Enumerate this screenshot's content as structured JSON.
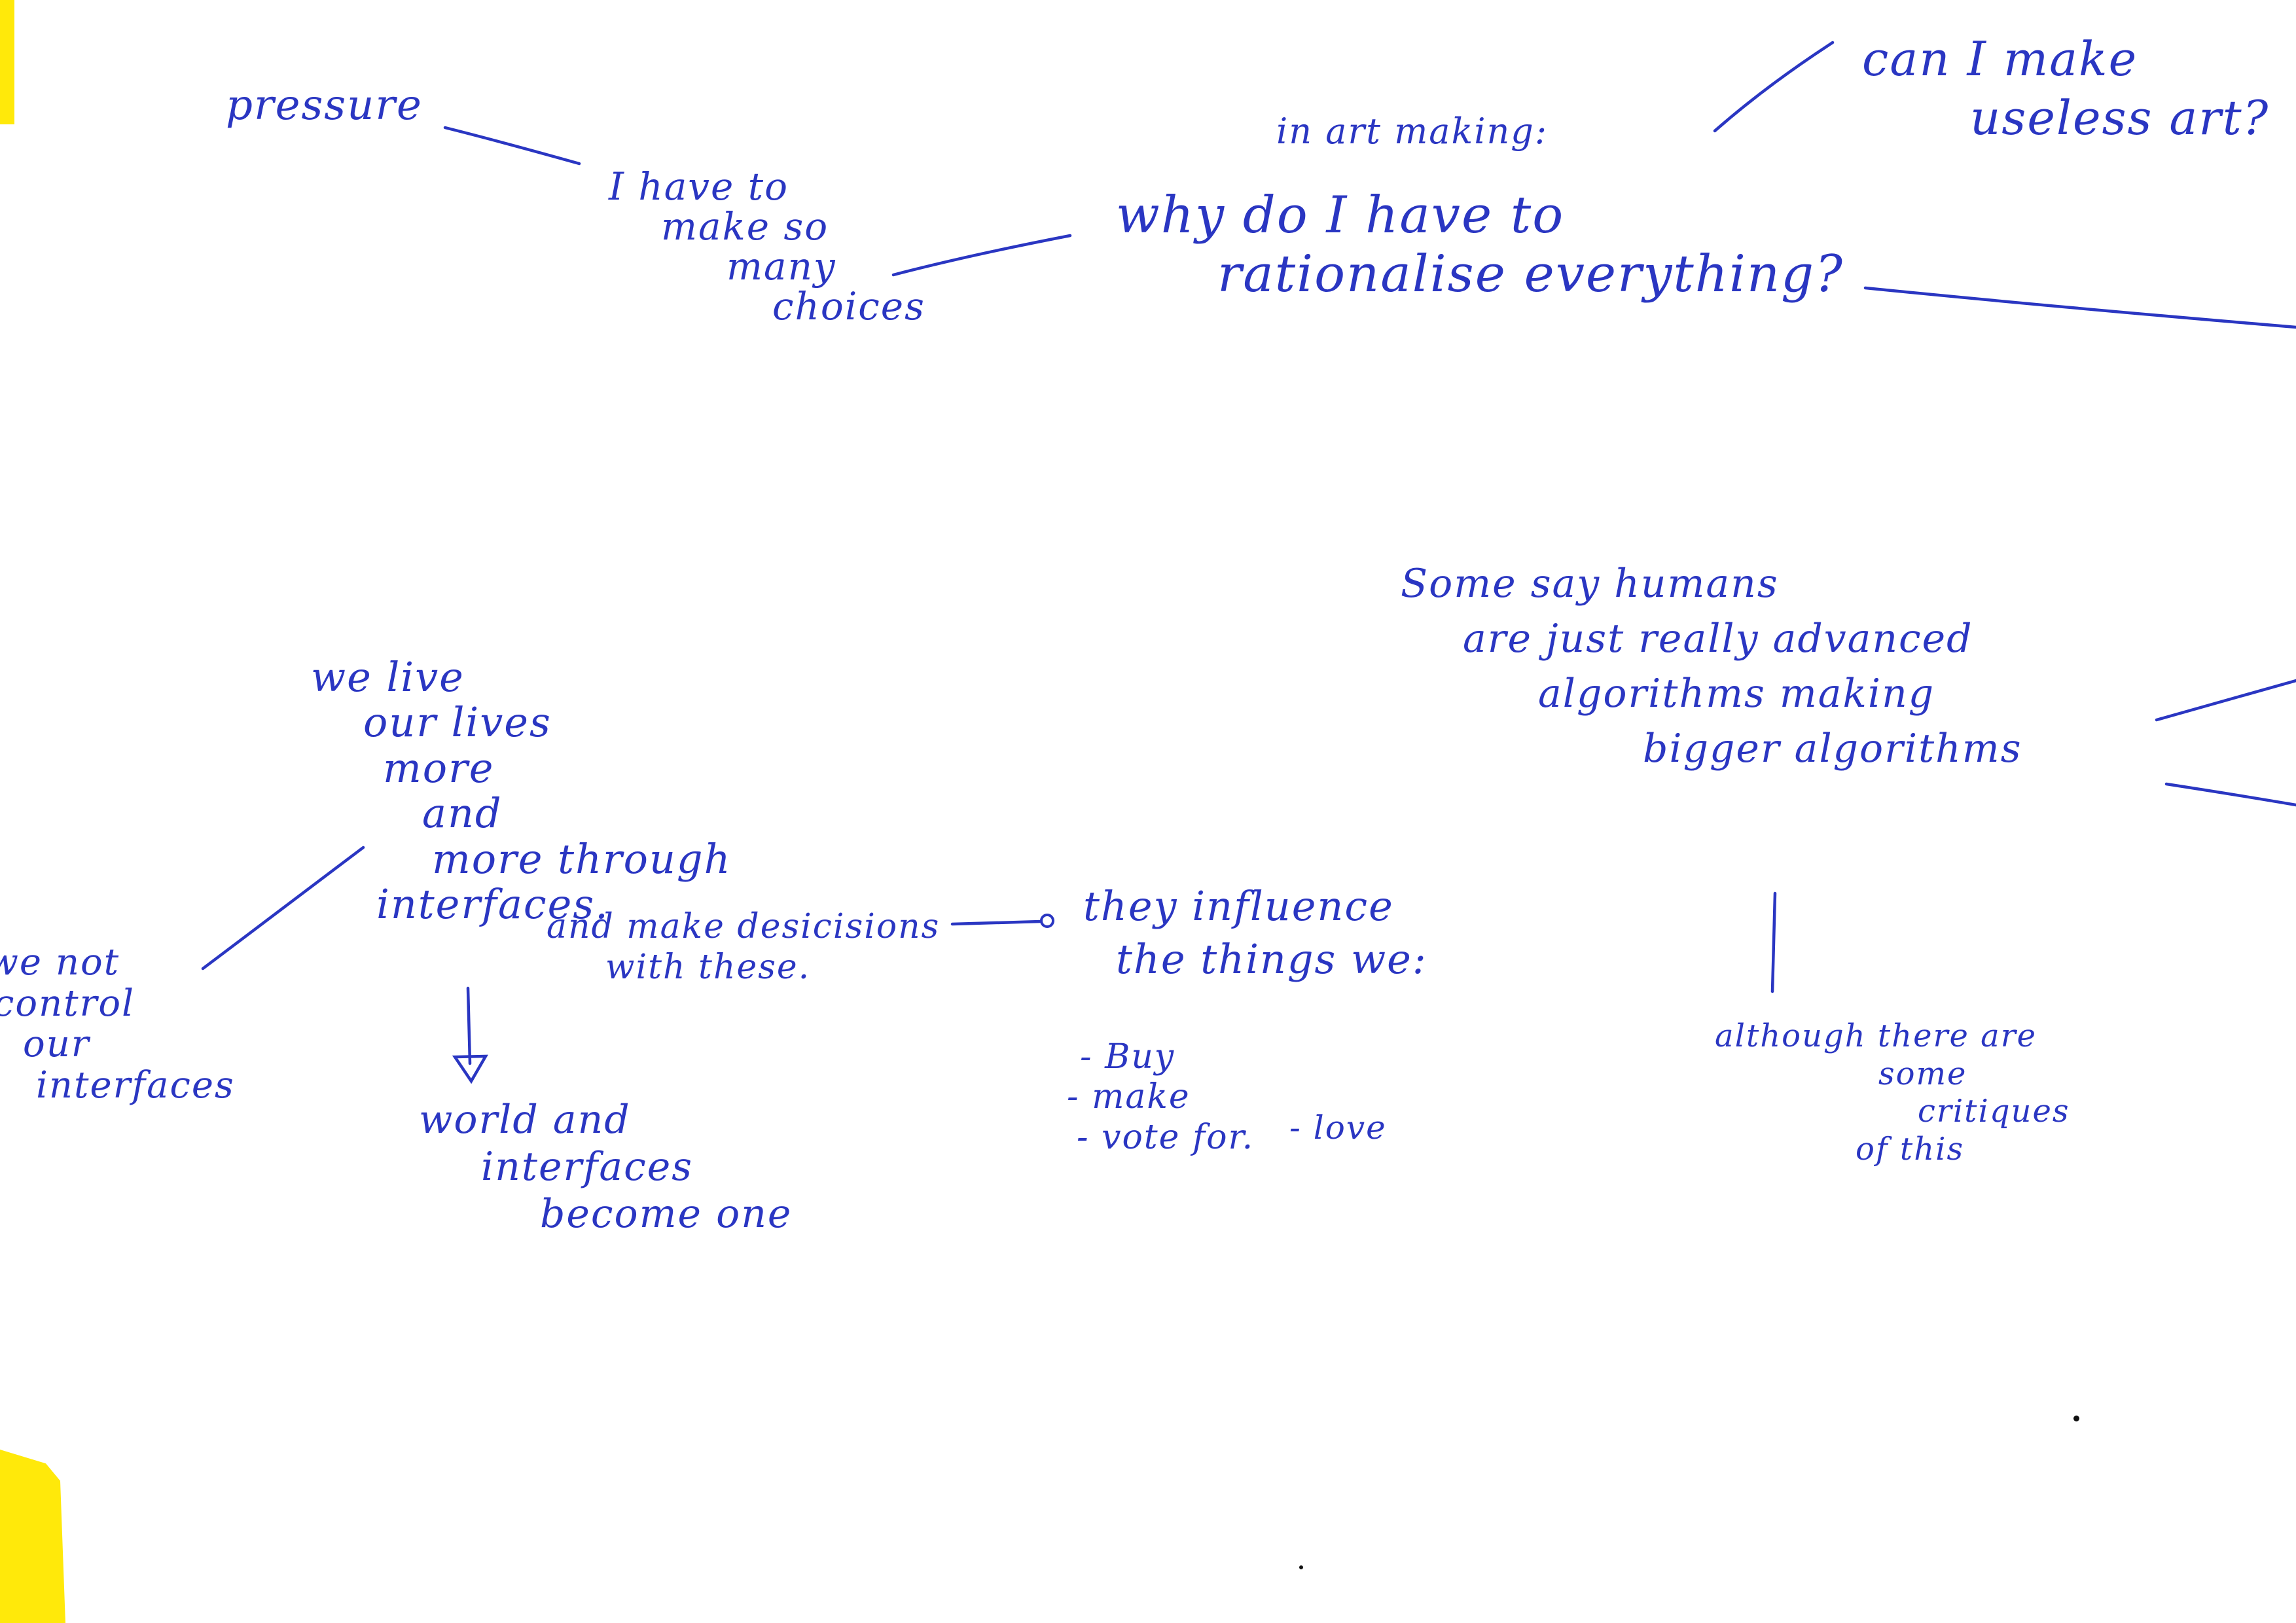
{
  "ink_color": "#2a36c2",
  "tape_color": "#ffe90a",
  "notes": {
    "pressure": "pressure",
    "choices": [
      "I have to",
      "make so",
      "many",
      "choices"
    ],
    "art_making": "in art making:",
    "question": [
      "why do I have to",
      "rationalise everything?"
    ],
    "useless_art": [
      "can I make",
      "useless art?"
    ],
    "humans": [
      "Some say humans",
      "are just really advanced",
      "algorithms making",
      "bigger algorithms"
    ],
    "critiques": [
      "although there are",
      "some",
      "critiques",
      "of this"
    ],
    "interfaces_life": [
      "we live",
      "our lives",
      "more",
      "and",
      "more through",
      "interfaces."
    ],
    "decisions": [
      "and make desicisions",
      "with these."
    ],
    "influence": [
      "they influence",
      "the things we:"
    ],
    "influence_items": [
      "- Buy",
      "- make",
      "- vote for.",
      "- love"
    ],
    "world": [
      "world and",
      "interfaces",
      "become one"
    ],
    "control": [
      "we not",
      "control",
      "our",
      "interfaces"
    ]
  }
}
